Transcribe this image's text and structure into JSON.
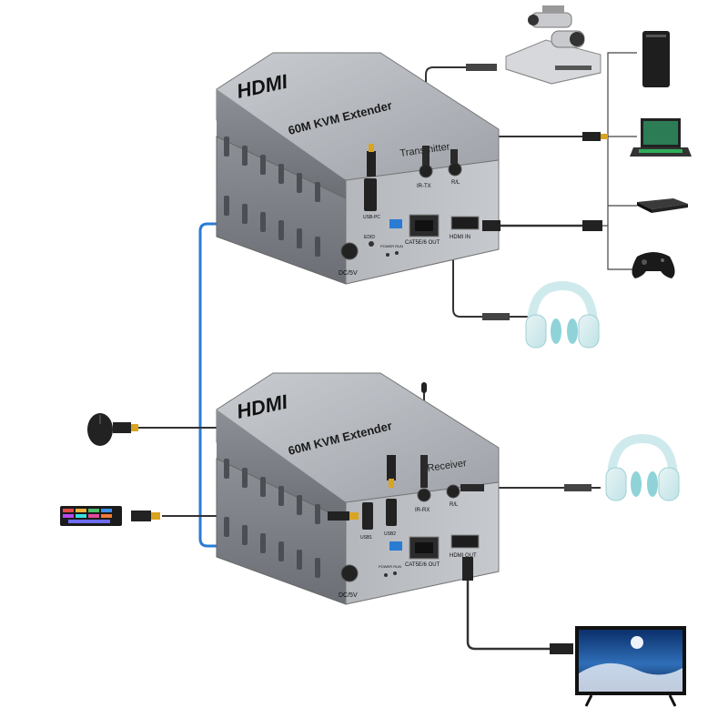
{
  "transmitter": {
    "logo": "HDMI",
    "model": "60M KVM Extender",
    "role": "Transmitter",
    "ports": {
      "usb_pc": "USB-PC",
      "ir_tx": "IR-TX",
      "r_l": "R/L",
      "edid": "EDID",
      "power_run": "POWER RUN",
      "cat": "CAT5E/6 OUT",
      "hdmi": "HDMI IN",
      "dc": "DC/5V"
    }
  },
  "receiver": {
    "logo": "HDMI",
    "model": "60M KVM Extender",
    "role": "Receiver",
    "ports": {
      "usb1": "USB1",
      "usb2": "USB2",
      "ir_rx": "IR-RX",
      "r_l": "R/L",
      "power_run": "POWER RUN",
      "cat": "CAT5E/6 OUT",
      "hdmi": "HDMI OUT",
      "dc": "DC/5V"
    }
  },
  "devices": {
    "source_top": [
      "dvr-camera",
      "pc-tower",
      "laptop",
      "dvd-player",
      "game-controller"
    ],
    "transmitter_side": [
      "headphones"
    ],
    "receiver_side": [
      "mouse",
      "keyboard",
      "headphones",
      "tv"
    ]
  },
  "colors": {
    "case": "#a9acb2",
    "case_dark": "#6e7177",
    "cat_cable": "#2a7bd4",
    "audio_cable": "#333333",
    "usb_tip": "#d9a520",
    "headphone": "#8fd3d8"
  }
}
